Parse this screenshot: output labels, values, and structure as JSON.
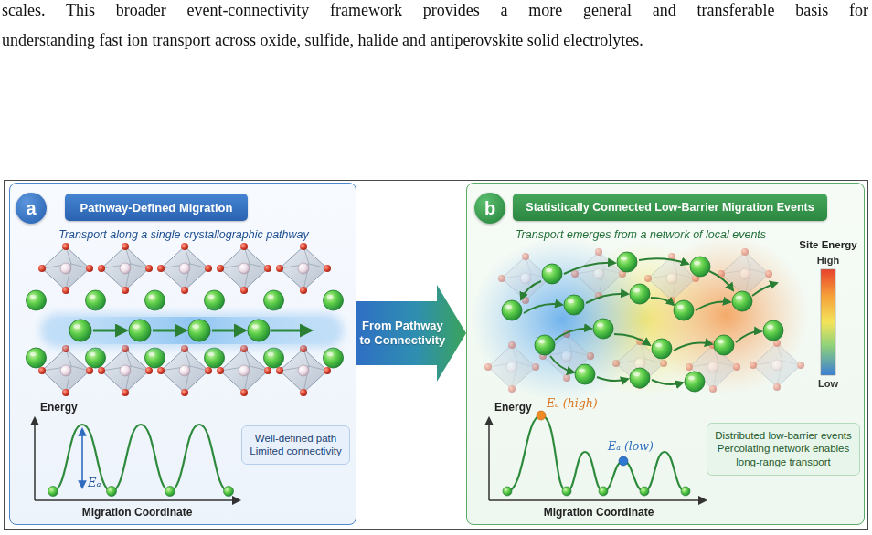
{
  "diagram": {
    "nodes": [
      {
        "text": [
          "Transport along a single crystallographic pathway"
        ]
      },
      {
        "text": [
          "a"
        ],
        "in": 0
      },
      {
        "text": [
          "Pathway-Defined Migration"
        ],
        "in": 0
      },
      {
        "text": [
          "Well-defined path",
          "Limited connectivity"
        ],
        "in": 0
      },
      {
        "text": [
          "Transport emerges from a network of local events"
        ]
      },
      {
        "text": [
          "b"
        ],
        "in": 4
      },
      {
        "text": [
          "Statistically Connected Low-Barrier Migration Events"
        ],
        "in": 4
      },
      {
        "text": [
          "Distributed low-barrier events",
          "Percolating network enables long-range transport"
        ],
        "in": 4
      }
    ],
    "edges": [
      {
        "from": 0,
        "to": 4,
        "arrow": "to",
        "label": "From Pathway to Connectivity"
      }
    ],
    "labels": [
      "scales. This broader event-connectivity framework provides a more general and transferable basis for",
      "understanding fast ion transport across oxide, sulfide, halide and antiperovskite solid electrolytes.",
      "Energy",
      "Eₐ",
      "Migration Coordinate",
      "Site Energy",
      "High",
      "Low",
      "Energy",
      "Eₐ (high)",
      "Eₐ (low)",
      "Migration Coordinate"
    ]
  }
}
